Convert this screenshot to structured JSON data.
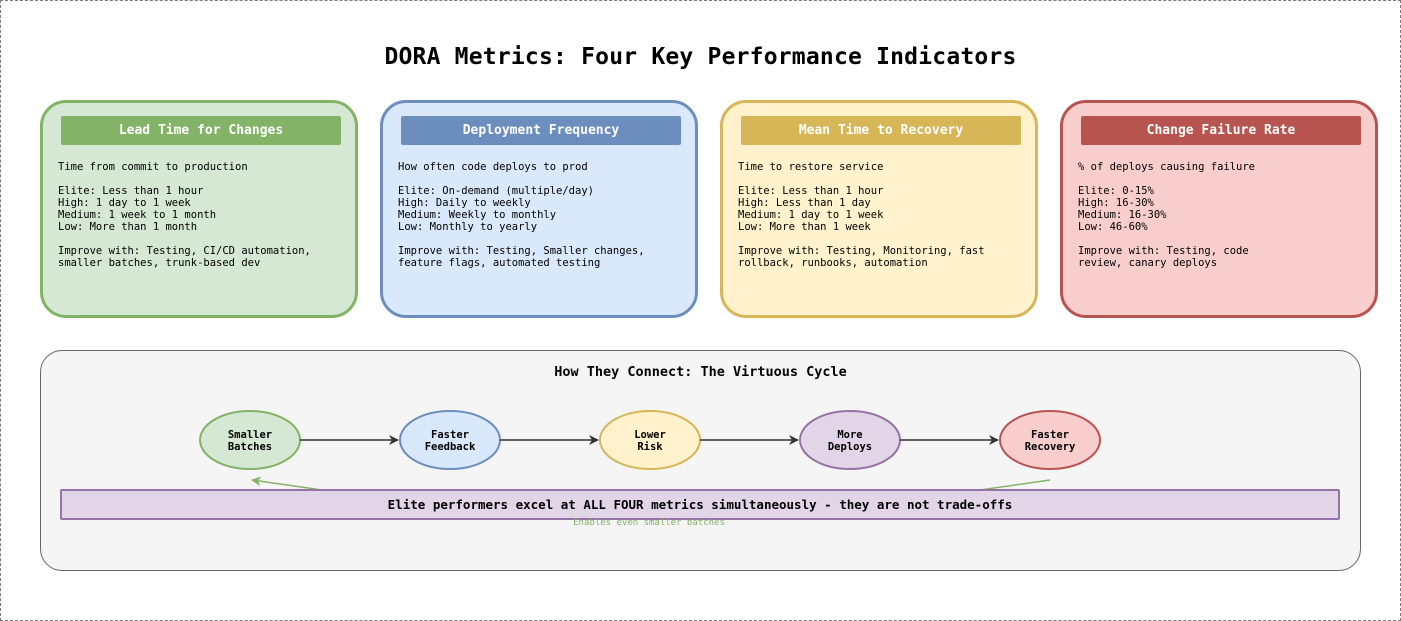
{
  "title": "DORA Metrics: Four Key Performance Indicators",
  "cards": [
    {
      "header": "Lead Time for Changes",
      "description": "Time from commit to production",
      "levels": [
        "Elite: Less than 1 hour",
        "High: 1 day to 1 week",
        "Medium: 1 week to 1 month",
        "Low: More than 1 month"
      ],
      "improve": [
        "Improve with: Testing, CI/CD automation,",
        "smaller batches, trunk-based dev"
      ],
      "color": "#82b366"
    },
    {
      "header": "Deployment Frequency",
      "description": "How often code deploys to prod",
      "levels": [
        "Elite: On-demand (multiple/day)",
        "High: Daily to weekly",
        "Medium: Weekly to monthly",
        "Low: Monthly to yearly"
      ],
      "improve": [
        "Improve with: Testing, Smaller changes,",
        "feature flags, automated testing"
      ],
      "color": "#6c8ebf"
    },
    {
      "header": "Mean Time to Recovery",
      "description": "Time to restore service",
      "levels": [
        "Elite: Less than 1 hour",
        "High: Less than 1 day",
        "Medium: 1 day to 1 week",
        "Low: More than 1 week"
      ],
      "improve": [
        "Improve with: Testing, Monitoring, fast",
        "rollback, runbooks, automation"
      ],
      "color": "#d6b656"
    },
    {
      "header": "Change Failure Rate",
      "description": "% of deploys causing failure",
      "levels": [
        "Elite: 0-15%",
        "High: 16-30%",
        "Medium: 16-30%",
        "Low: 46-60%"
      ],
      "improve": [
        "Improve with: Testing, code",
        "review, canary deploys"
      ],
      "color": "#b85450"
    }
  ],
  "cycle": {
    "title": "How They Connect: The Virtuous Cycle",
    "nodes": [
      {
        "line1": "Smaller",
        "line2": "Batches",
        "fill": "#d5e8d4",
        "stroke": "#82b366"
      },
      {
        "line1": "Faster",
        "line2": "Feedback",
        "fill": "#dae8fc",
        "stroke": "#6c8ebf"
      },
      {
        "line1": "Lower",
        "line2": "Risk",
        "fill": "#fff2cc",
        "stroke": "#d6b656"
      },
      {
        "line1": "More",
        "line2": "Deploys",
        "fill": "#e1d5e7",
        "stroke": "#9673a6"
      },
      {
        "line1": "Faster",
        "line2": "Recovery",
        "fill": "#f8cecc",
        "stroke": "#b85450"
      }
    ],
    "feedback_label": "Enables even smaller batches",
    "banner": "Elite performers excel at ALL FOUR metrics simultaneously - they are not trade-offs"
  }
}
